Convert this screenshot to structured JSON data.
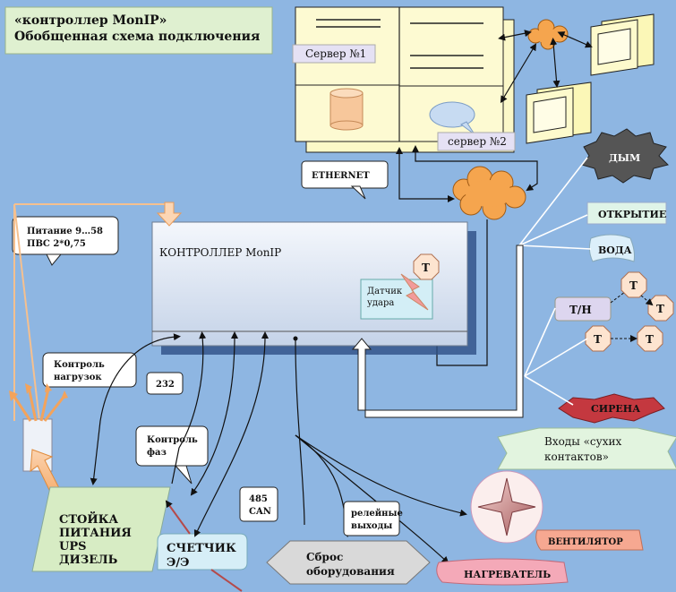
{
  "title": {
    "line1": "«контроллер MonIP»",
    "line2": "Обобщенная схема подключения"
  },
  "servers": {
    "server1": "Сервер №1",
    "server2": "сервер №2"
  },
  "network": {
    "ethernet": "ETHERNET"
  },
  "power": {
    "line1": "Питание 9…58",
    "line2": "ПВС 2*0,75"
  },
  "controller": {
    "label": "КОНТРОЛЛЕР MonIP",
    "shock_sensor_line1": "Датчик",
    "shock_sensor_line2": "удара",
    "t_badge": "Т"
  },
  "sensors": {
    "smoke": "ДЫМ",
    "opening": "ОТКРЫТИЕ",
    "water": "ВОДА",
    "th": "Т/Н",
    "t": "Т",
    "siren": "СИРЕНА",
    "dry_contacts_line1": "Входы  «сухих",
    "dry_contacts_line2": "контактов»"
  },
  "left": {
    "load_control_line1": "Контроль",
    "load_control_line2": "нагрузок",
    "rs232": "232",
    "phase_control_line1": "Контроль",
    "phase_control_line2": "фаз",
    "rack_line1": "СТОЙКА",
    "rack_line2": "ПИТАНИЯ",
    "rack_line3": "UPS",
    "rack_line4": "ДИЗЕЛЬ",
    "meter_line1": "СЧЕТЧИК",
    "meter_line2": "Э/Э",
    "bus_line1": "485",
    "bus_line2": "CAN"
  },
  "outputs": {
    "relay_line1": "релейные",
    "relay_line2": "выходы",
    "reset_line1": "Сброс",
    "reset_line2": "оборудования",
    "fan": "ВЕНТИЛЯТОР",
    "heater": "НАГРЕВАТЕЛЬ"
  }
}
